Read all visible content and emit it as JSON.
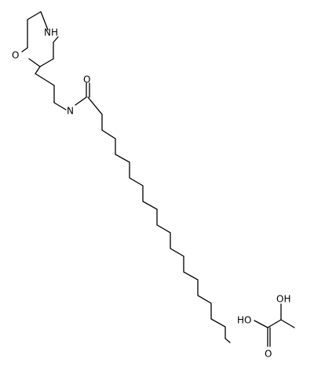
{
  "molecule": {
    "morpholine": {
      "ring_oxygen": "O",
      "ring_nitrogen": "NH"
    },
    "amide": {
      "nitrogen": "N",
      "carbonyl_oxygen": "O"
    }
  },
  "lactic_acid": {
    "hydroxyl": "OH",
    "acid_hydroxyl": "HO",
    "carbonyl_oxygen": "O"
  },
  "colors": {
    "bond": "#000000",
    "label": "#000000",
    "background": "#ffffff"
  }
}
